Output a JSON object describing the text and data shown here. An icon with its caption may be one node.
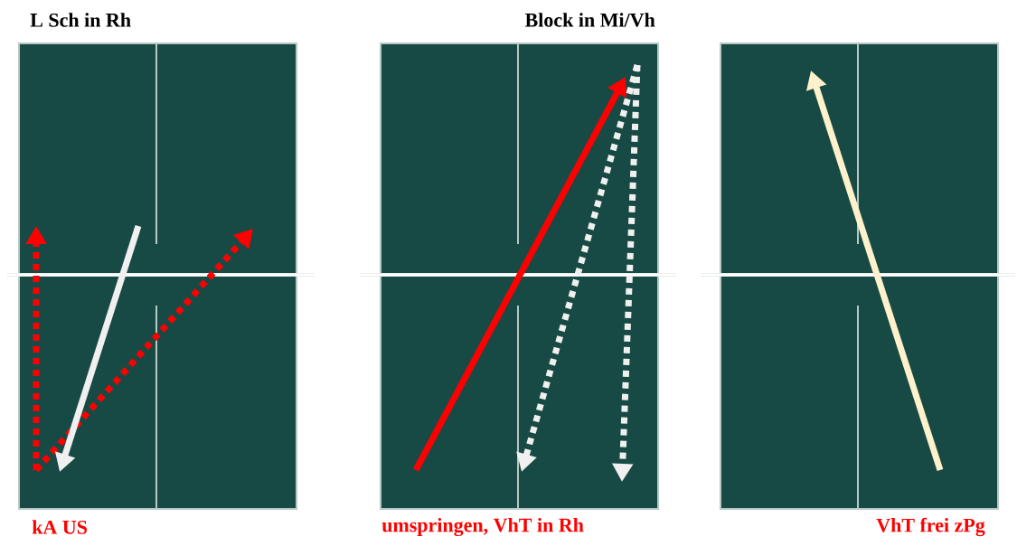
{
  "diagram": {
    "nodes": [
      {
        "text": [
          "L Sch in Rh"
        ],
        "beside": [
          "kA US"
        ]
      },
      {
        "text": [
          "Block in Mi/Vh"
        ],
        "beside": [
          "umspringen, VhT in Rh"
        ]
      },
      {
        "text": [],
        "shape": "box",
        "beside": [
          "VhT frei zPg"
        ]
      }
    ]
  }
}
